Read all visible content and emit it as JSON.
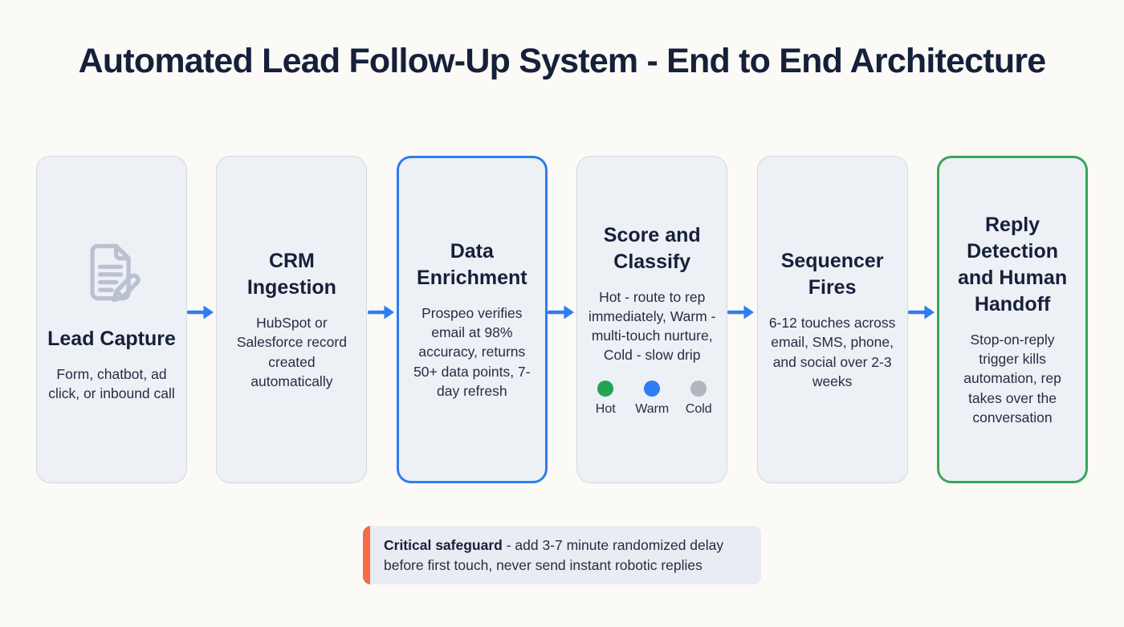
{
  "page": {
    "title": "Automated Lead Follow-Up System - End to End Architecture"
  },
  "colors": {
    "page_bg": "#fbfaf7",
    "title_text": "#16203a",
    "body_text": "#242e44",
    "card_bg": "#edf0f5",
    "card_border": "#d4d8e2",
    "accent_blue": "#2e7df2",
    "accent_green": "#37a65b",
    "accent_orange": "#f26c45",
    "callout_bg": "#e9ecf2",
    "icon_gray": "#bac1d1"
  },
  "cards": [
    {
      "title": "Lead Capture",
      "body": "Form, chatbot, ad click, or inbound call",
      "icon": "document-pencil-icon",
      "highlight": "none"
    },
    {
      "title": "CRM Ingestion",
      "body": "HubSpot or Salesforce record created automatically",
      "highlight": "none"
    },
    {
      "title": "Data Enrichment",
      "body": "Prospeo verifies email at 98% accuracy, returns 50+ data points, 7-day refresh",
      "highlight": "blue"
    },
    {
      "title": "Score and Classify",
      "body": "Hot - route to rep immediately, Warm - multi-touch nurture, Cold - slow drip",
      "highlight": "none",
      "classification": [
        {
          "label": "Hot",
          "color": "#23a455"
        },
        {
          "label": "Warm",
          "color": "#2e7df2"
        },
        {
          "label": "Cold",
          "color": "#b2b6c1"
        }
      ]
    },
    {
      "title": "Sequencer Fires",
      "body": "6-12 touches across email, SMS, phone, and social over 2-3 weeks",
      "highlight": "none"
    },
    {
      "title": "Reply Detection and Human Handoff",
      "body": "Stop-on-reply trigger kills automation, rep takes over the conversation",
      "highlight": "green"
    }
  ],
  "callout": {
    "label": "Critical safeguard",
    "text": " - add 3-7 minute randomized delay before first touch, never send instant robotic replies"
  }
}
